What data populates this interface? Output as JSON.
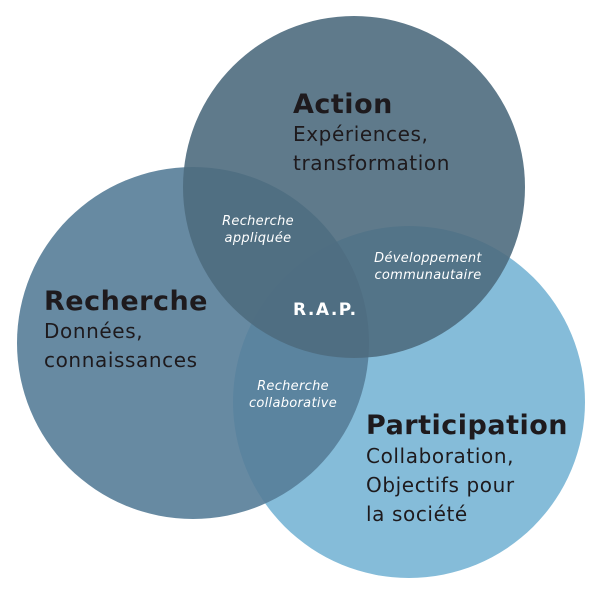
{
  "diagram": {
    "circles": [
      {
        "id": "action",
        "title": "Action",
        "desc_lines": [
          "Expériences,",
          "transformation"
        ],
        "color": "#4e6b7e"
      },
      {
        "id": "recherche",
        "title": "Recherche",
        "desc_lines": [
          "Données,",
          "connaissances"
        ],
        "color": "#577d98"
      },
      {
        "id": "participation",
        "title": "Participation",
        "desc_lines": [
          "Collaboration,",
          "Objectifs pour",
          "la société"
        ],
        "color": "#85bcd9"
      }
    ],
    "overlaps": {
      "action_recherche": [
        "Recherche",
        "appliquée"
      ],
      "action_participation": [
        "Développement",
        "communautaire"
      ],
      "recherche_participation": [
        "Recherche",
        "collaborative"
      ]
    },
    "center_label": "R.A.P."
  }
}
